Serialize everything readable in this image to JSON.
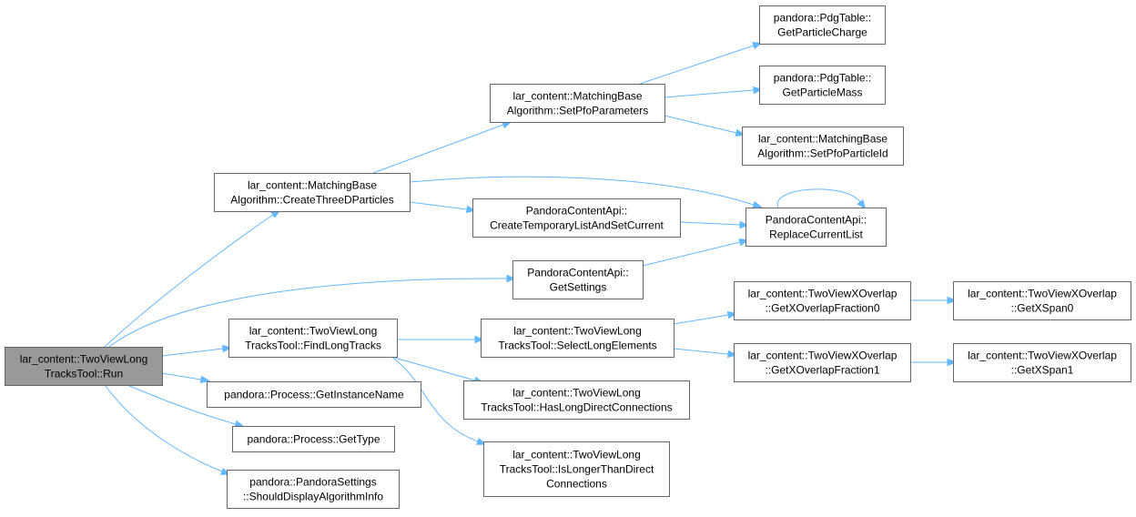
{
  "colors": {
    "edge": "#63b8ff",
    "node_border": "#666666",
    "root_fill": "#999999",
    "node_fill": "#ffffff"
  },
  "nodes": [
    {
      "id": "run",
      "lines": [
        "lar_content::TwoViewLong",
        "TracksTool::Run"
      ],
      "root": true
    },
    {
      "id": "create3d",
      "lines": [
        "lar_content::MatchingBase",
        "Algorithm::CreateThreeDParticles"
      ]
    },
    {
      "id": "setpfoparams",
      "lines": [
        "lar_content::MatchingBase",
        "Algorithm::SetPfoParameters"
      ]
    },
    {
      "id": "getcharge",
      "lines": [
        "pandora::PdgTable::",
        "GetParticleCharge"
      ]
    },
    {
      "id": "getmass",
      "lines": [
        "pandora::PdgTable::",
        "GetParticleMass"
      ]
    },
    {
      "id": "setpfoid",
      "lines": [
        "lar_content::MatchingBase",
        "Algorithm::SetPfoParticleId"
      ]
    },
    {
      "id": "createtemp",
      "lines": [
        "PandoraContentApi::",
        "CreateTemporaryListAndSetCurrent"
      ]
    },
    {
      "id": "replace",
      "lines": [
        "PandoraContentApi::",
        "ReplaceCurrentList"
      ]
    },
    {
      "id": "getsettings",
      "lines": [
        "PandoraContentApi::",
        "GetSettings"
      ]
    },
    {
      "id": "findlong",
      "lines": [
        "lar_content::TwoViewLong",
        "TracksTool::FindLongTracks"
      ]
    },
    {
      "id": "selectlong",
      "lines": [
        "lar_content::TwoViewLong",
        "TracksTool::SelectLongElements"
      ]
    },
    {
      "id": "overlap0",
      "lines": [
        "lar_content::TwoViewXOverlap",
        "::GetXOverlapFraction0"
      ]
    },
    {
      "id": "overlap1",
      "lines": [
        "lar_content::TwoViewXOverlap",
        "::GetXOverlapFraction1"
      ]
    },
    {
      "id": "span0",
      "lines": [
        "lar_content::TwoViewXOverlap",
        "::GetXSpan0"
      ]
    },
    {
      "id": "span1",
      "lines": [
        "lar_content::TwoViewXOverlap",
        "::GetXSpan1"
      ]
    },
    {
      "id": "haslong",
      "lines": [
        "lar_content::TwoViewLong",
        "TracksTool::HasLongDirectConnections"
      ]
    },
    {
      "id": "islonger",
      "lines": [
        "lar_content::TwoViewLong",
        "TracksTool::IsLongerThanDirect",
        "Connections"
      ]
    },
    {
      "id": "instname",
      "lines": [
        "pandora::Process::GetInstanceName"
      ]
    },
    {
      "id": "gettype",
      "lines": [
        "pandora::Process::GetType"
      ]
    },
    {
      "id": "showalg",
      "lines": [
        "pandora::PandoraSettings",
        "::ShouldDisplayAlgorithmInfo"
      ]
    }
  ],
  "edges": [
    {
      "from": "run",
      "to": "create3d"
    },
    {
      "from": "run",
      "to": "getsettings"
    },
    {
      "from": "run",
      "to": "findlong"
    },
    {
      "from": "run",
      "to": "instname"
    },
    {
      "from": "run",
      "to": "gettype"
    },
    {
      "from": "run",
      "to": "showalg"
    },
    {
      "from": "create3d",
      "to": "setpfoparams"
    },
    {
      "from": "create3d",
      "to": "createtemp"
    },
    {
      "from": "create3d",
      "to": "replace"
    },
    {
      "from": "setpfoparams",
      "to": "getcharge"
    },
    {
      "from": "setpfoparams",
      "to": "getmass"
    },
    {
      "from": "setpfoparams",
      "to": "setpfoid"
    },
    {
      "from": "createtemp",
      "to": "replace"
    },
    {
      "from": "replace",
      "to": "replace"
    },
    {
      "from": "getsettings",
      "to": "replace"
    },
    {
      "from": "findlong",
      "to": "selectlong"
    },
    {
      "from": "findlong",
      "to": "haslong"
    },
    {
      "from": "findlong",
      "to": "islonger"
    },
    {
      "from": "selectlong",
      "to": "overlap0"
    },
    {
      "from": "selectlong",
      "to": "overlap1"
    },
    {
      "from": "overlap0",
      "to": "span0"
    },
    {
      "from": "overlap1",
      "to": "span1"
    }
  ]
}
